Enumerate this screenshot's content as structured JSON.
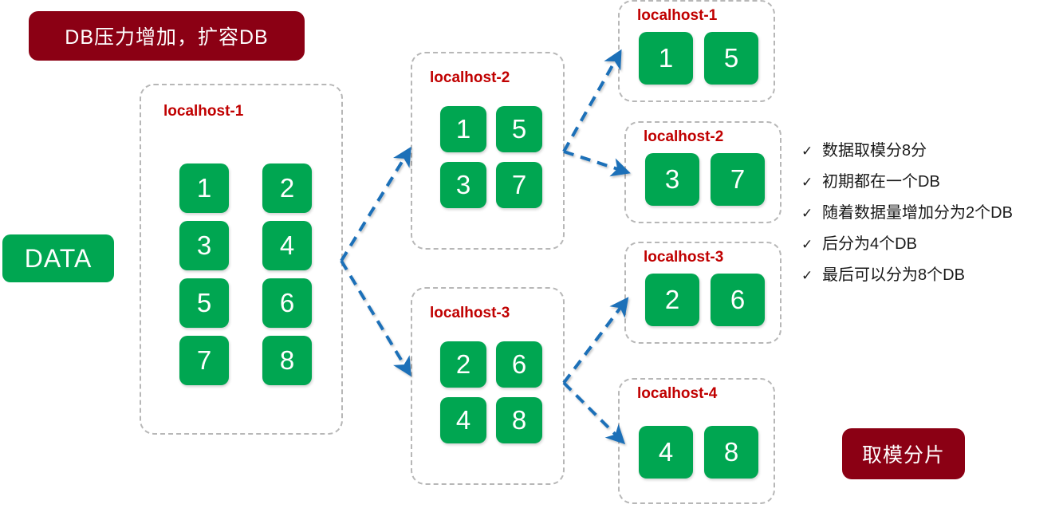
{
  "title_banner": {
    "label": "DB压力增加，扩容DB"
  },
  "modulo_badge": {
    "label": "取模分片"
  },
  "data_source": {
    "label": "DATA"
  },
  "stage1": {
    "host": {
      "label": "localhost-1"
    },
    "shards": [
      "1",
      "2",
      "3",
      "4",
      "5",
      "6",
      "7",
      "8"
    ]
  },
  "stage2": {
    "hosts": [
      {
        "label": "localhost-2",
        "shards": [
          "1",
          "5",
          "3",
          "7"
        ]
      },
      {
        "label": "localhost-3",
        "shards": [
          "2",
          "6",
          "4",
          "8"
        ]
      }
    ]
  },
  "stage3": {
    "hosts": [
      {
        "label": "localhost-1",
        "shards": [
          "1",
          "5"
        ]
      },
      {
        "label": "localhost-2",
        "shards": [
          "3",
          "7"
        ]
      },
      {
        "label": "localhost-3",
        "shards": [
          "2",
          "6"
        ]
      },
      {
        "label": "localhost-4",
        "shards": [
          "4",
          "8"
        ]
      }
    ]
  },
  "notes": {
    "bullet_marker": "✓",
    "items": [
      "数据取模分8分",
      "初期都在一个DB",
      "随着数据量增加分为2个DB",
      "后分为4个DB",
      "最后可以分为8个DB"
    ]
  },
  "colors": {
    "shard_green": "#00a651",
    "host_label_red": "#c00000",
    "banner_dark_red": "#8B0014",
    "arrow_blue": "#1f70b8",
    "dashed_border_gray": "#b7b7b7"
  }
}
